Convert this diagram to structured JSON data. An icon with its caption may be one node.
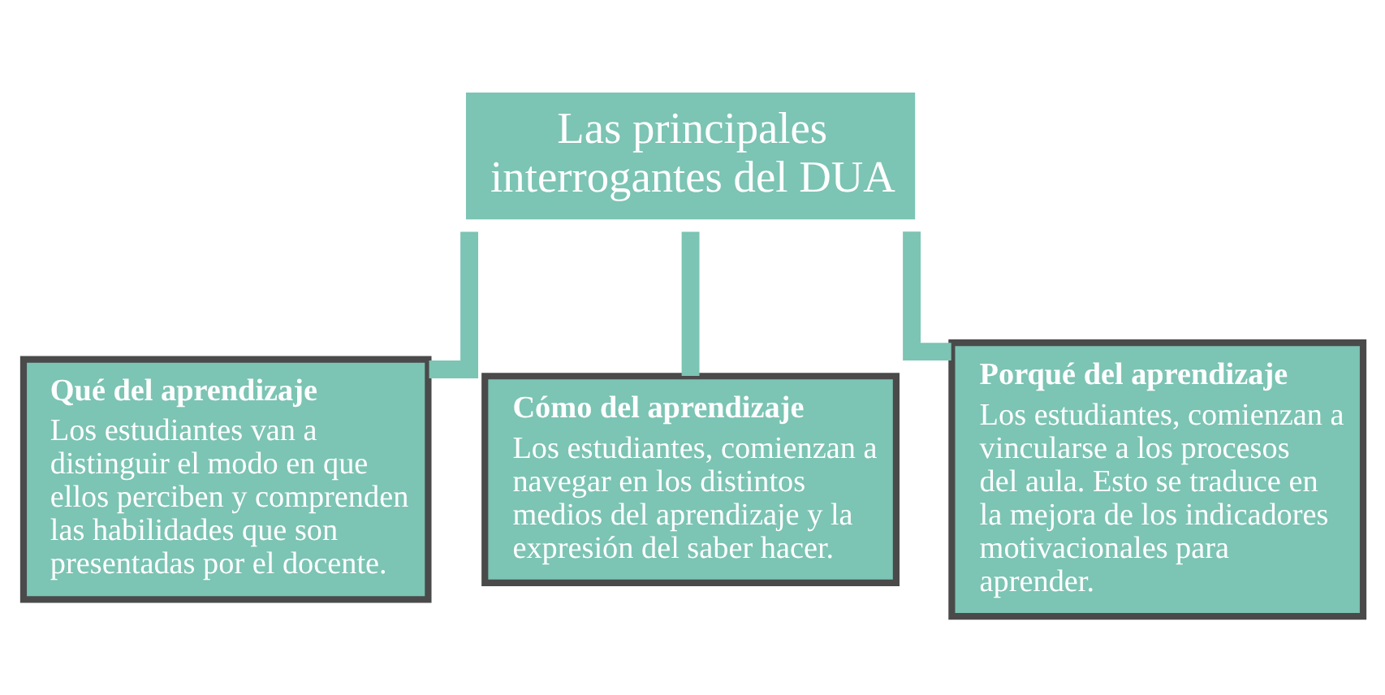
{
  "diagram": {
    "nodes": [
      {
        "text": [
          "Las principales interrogantes del DUA"
        ]
      },
      {
        "text": [
          "Qué del aprendizaje",
          "Los estudiantes van a distinguir el modo en que ellos perciben y comprenden las habilidades que son presentadas por el docente."
        ]
      },
      {
        "text": [
          "Cómo del aprendizaje",
          "Los estudiantes, comienzan a navegar en los distintos medios del aprendizaje y la expresión del saber hacer."
        ]
      },
      {
        "text": [
          "Porqué del aprendizaje",
          "Los estudiantes, comienzan a vincularse a los procesos del aula. Esto se traduce en la mejora de los indicadores motivacionales para aprender."
        ]
      }
    ],
    "edges": [
      {
        "from": 0,
        "to": 1,
        "arrow": "none"
      },
      {
        "from": 0,
        "to": 2,
        "arrow": "none"
      },
      {
        "from": 0,
        "to": 3,
        "arrow": "none"
      }
    ]
  }
}
